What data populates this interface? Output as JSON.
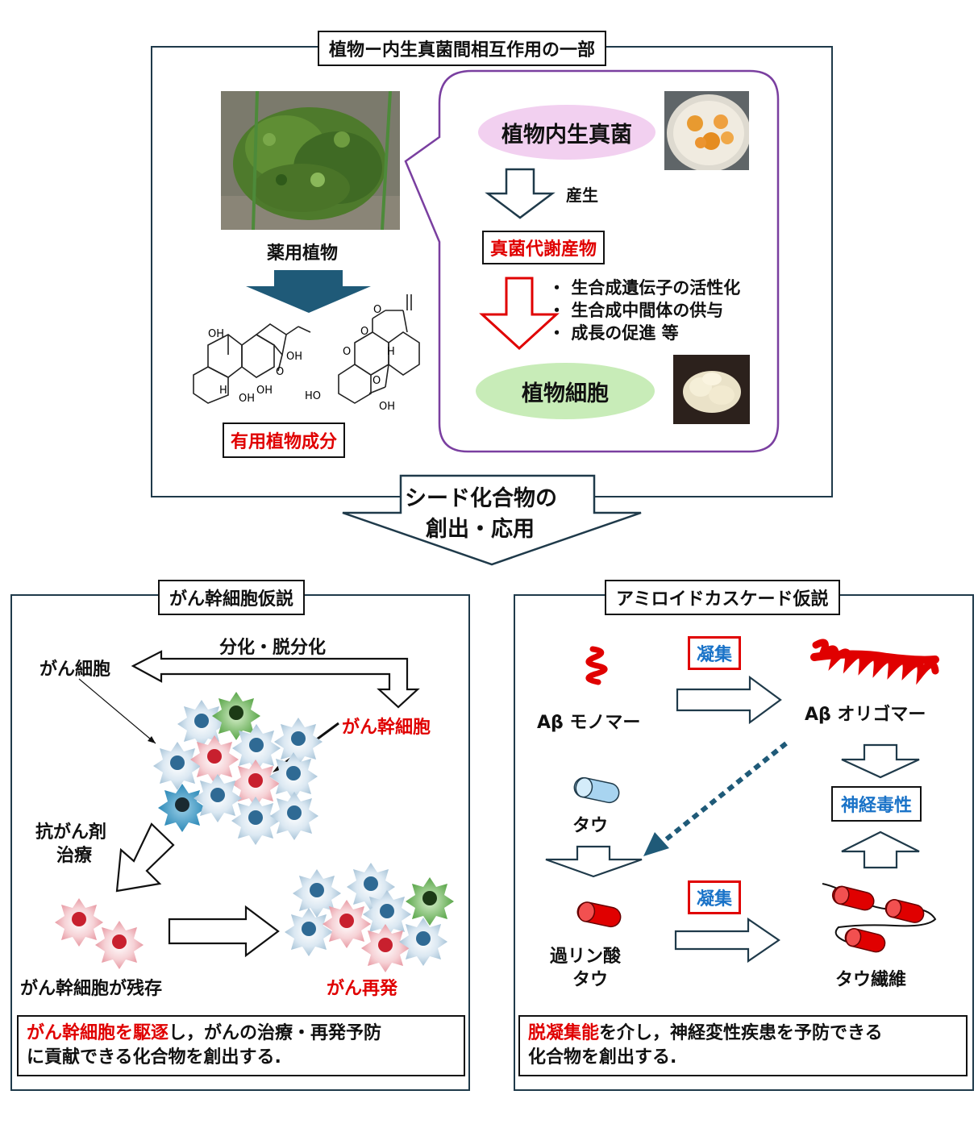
{
  "top_panel": {
    "title": "植物ー内生真菌間相互作用の一部",
    "medicinal_plant_label": "薬用植物",
    "useful_component_label": "有用植物成分",
    "endophyte_label": "植物内生真菌",
    "produce_label": "産生",
    "fungal_metabolite_label": "真菌代謝産物",
    "effects": [
      "生合成遺伝子の活性化",
      "生合成中間体の供与",
      "成長の促進 等"
    ],
    "plant_cell_label": "植物細胞",
    "structure_labels": {
      "oh": "OH",
      "h": "H",
      "ho": "HO",
      "o": "O"
    }
  },
  "center_arrow": {
    "line1": "シード化合物の",
    "line2": "創出・応用"
  },
  "cancer_panel": {
    "title": "がん幹細胞仮説",
    "differentiation_label": "分化・脱分化",
    "cancer_cell_label": "がん細胞",
    "cancer_stem_cell_label": "がん幹細胞",
    "treatment_label_1": "抗がん剤",
    "treatment_label_2": "治療",
    "remaining_label": "がん幹細胞が残存",
    "recurrence_label": "がん再発",
    "summary_highlight": "がん幹細胞を駆逐",
    "summary_rest_1": "し，がんの治療・再発予防",
    "summary_rest_2": "に貢献できる化合物を創出する."
  },
  "amyloid_panel": {
    "title": "アミロイドカスケード仮説",
    "aggregation_label": "凝集",
    "monomer_label": "Aβ モノマー",
    "oligomer_label": "Aβ オリゴマー",
    "neurotoxicity_label": "神経毒性",
    "tau_label": "タウ",
    "hyper_tau_label_1": "過リン酸",
    "hyper_tau_label_2": "タウ",
    "tau_fiber_label": "タウ繊維",
    "summary_highlight": "脱凝集能",
    "summary_rest_1": "を介し，神経変性疾患を予防できる",
    "summary_rest_2": "化合物を創出する."
  },
  "colors": {
    "highlight_red": "#e00000",
    "panel_border": "#1f3a4a",
    "purple_callout": "#7a3fa0",
    "endophyte_fill": "#f2d0f0",
    "plant_cell_fill": "#c8ecb8",
    "dark_arrow": "#1f5a78",
    "blue_text": "#1a73c8"
  }
}
